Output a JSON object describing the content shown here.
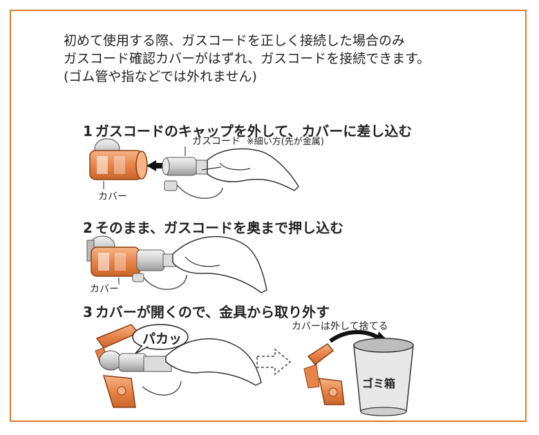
{
  "intro": {
    "line1": "初めて使用する際、ガスコードを正しく接続した場合のみ",
    "line2": "ガスコード確認カバーがはずれ、ガスコードを接続できます。",
    "line3": "(ゴム管や指などでは外れません)"
  },
  "steps": [
    {
      "num": "1",
      "text": "ガスコードのキャップを外して、カバーに差し込む"
    },
    {
      "num": "2",
      "text": "そのまま、ガスコードを奥まで押し込む"
    },
    {
      "num": "3",
      "text": "カバーが開くので、金具から取り外す"
    }
  ],
  "labels": {
    "gas_cord": "ガスコード",
    "gas_cord_note": "※細い方(先が金属)",
    "cover_1": "カバー",
    "cover_2": "カバー",
    "pakatt": "パカッ",
    "discard": "カバーは外して捨てる",
    "trash": "ゴミ箱"
  },
  "colors": {
    "border": "#E07A2E",
    "cover": "#E8844A",
    "cover_dark": "#B8551E"
  }
}
